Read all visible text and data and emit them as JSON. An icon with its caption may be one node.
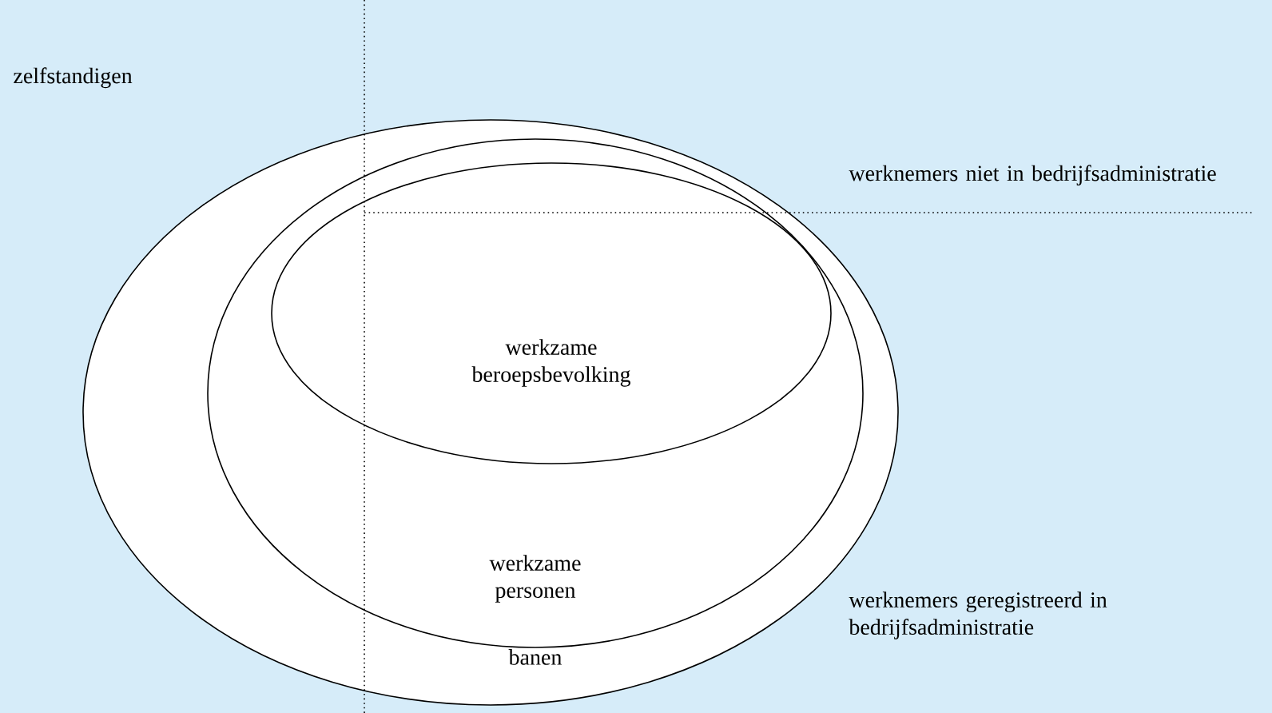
{
  "diagram": {
    "nodes": [
      {
        "text": [
          "banen"
        ]
      },
      {
        "text": [
          "werkzame personen"
        ],
        "in": 0
      },
      {
        "text": [
          "werkzame beroepsbevolking"
        ],
        "in": 1
      }
    ],
    "labels": [
      "zelfstandigen",
      "werknemers niet in bedrijfsadministratie",
      "werknemers geregistreerd in bedrijfsadministratie"
    ]
  }
}
